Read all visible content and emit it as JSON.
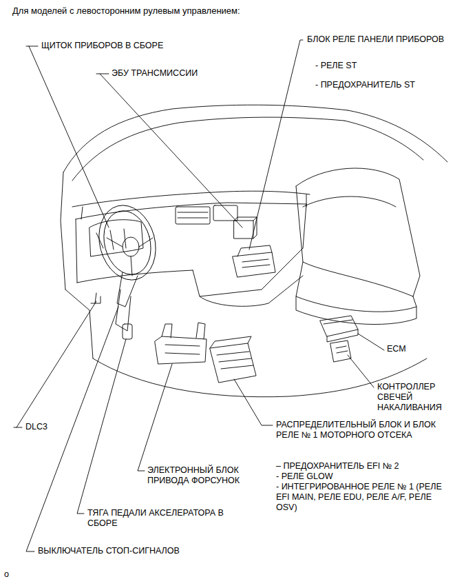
{
  "diagram": {
    "title": "Для моделей с левосторонним рулевым управлением:",
    "labels": [
      "ЩИТОК ПРИБОРОВ В СБОРЕ",
      "ЭБУ ТРАНСМИССИИ",
      "БЛОК РЕЛЕ ПАНЕЛИ ПРИБОРОВ",
      "- РЕЛЕ ST",
      "- ПРЕДОХРАНИТЕЛЬ ST",
      "ECM",
      "КОНТРОЛЛЕР СВЕЧЕЙ НАКАЛИВАНИЯ",
      "DLC3",
      "РАСПРЕДЕЛИТЕЛЬНЫЙ БЛОК И БЛОК РЕЛЕ № 1 МОТОРНОГО ОТСЕКА",
      "– ПРЕДОХРАНИТЕЛЬ EFI № 2",
      "- РЕЛЕ GLOW",
      "- ИНТЕГРИРОВАННОЕ РЕЛЕ № 1 (РЕЛЕ EFI MAIN, РЕЛЕ EDU, РЕЛЕ A/F, РЕЛЕ OSV)",
      "ЭЛЕКТРОННЫЙ БЛОК ПРИВОДА ФОРСУНОК",
      "ТЯГА ПЕДАЛИ АКСЕЛЕРАТОРА В СБОРЕ",
      "ВЫКЛЮЧАТЕЛЬ СТОП-СИГНАЛОВ",
      "o"
    ]
  }
}
